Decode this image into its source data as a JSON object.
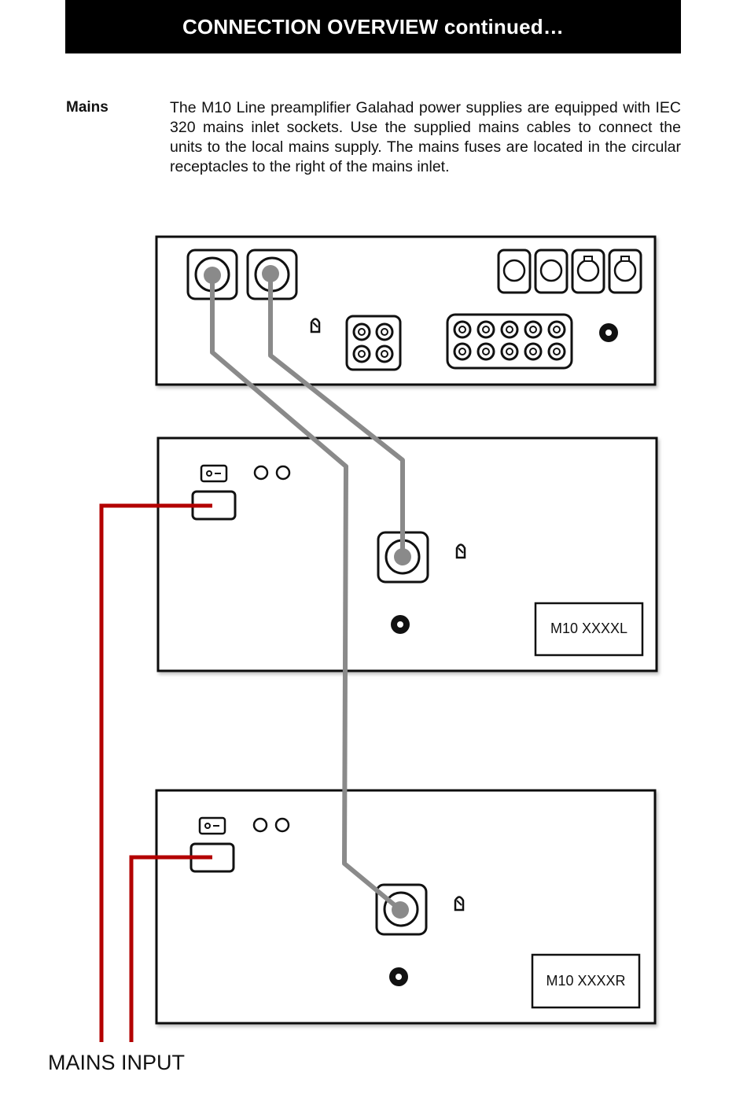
{
  "header": {
    "title": "CONNECTION OVERVIEW continued…"
  },
  "section": {
    "label": "Mains",
    "text": "The M10 Line preamplifier Galahad power supplies are equipped with IEC 320 mains inlet sockets. Use the supplied mains cables to connect the units to the local mains supply. The mains fuses are located in the circular receptacles to the right of the mains inlet."
  },
  "diagram": {
    "units": [
      {
        "id": "preamplifier",
        "model_label": ""
      },
      {
        "id": "psu-left",
        "model_label": "M10 XXXXL"
      },
      {
        "id": "psu-right",
        "model_label": "M10 XXXXR"
      }
    ],
    "mains_input_label": "MAINS INPUT",
    "colors": {
      "mains_cable": "#b30000",
      "dc_cable": "#8a8a8a",
      "outline": "#111111"
    }
  }
}
